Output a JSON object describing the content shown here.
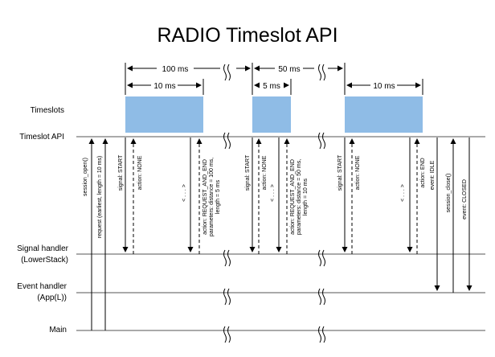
{
  "title": "RADIO Timeslot API",
  "lanes": {
    "timeslots": "Timeslots",
    "timeslot_api": "Timeslot API",
    "signal_handler_1": "Signal handler",
    "signal_handler_2": "(LowerStack)",
    "event_handler_1": "Event handler",
    "event_handler_2": "(App(L))",
    "main": "Main"
  },
  "measurements": {
    "period_1": "100 ms",
    "period_2": "50 ms",
    "length_1": "10 ms",
    "length_2": "5 ms",
    "length_3": "10 ms"
  },
  "messages": {
    "session_open": "session_open()",
    "request_earliest": "request (earliest, length = 10 ms)",
    "signal_start_1": "signal: START",
    "action_none_1": "action: NONE",
    "ellipsis_1": "< . . . >",
    "action_request_end_1_a": "action: REQUEST_AND_END",
    "action_request_end_1_b": "parameters: distance = 100 ms,",
    "action_request_end_1_c": "length = 5 ms",
    "signal_start_2": "signal: START",
    "action_none_2": "action: NONE",
    "ellipsis_2": "< . . . >",
    "action_request_end_2_a": "action: REQUEST_AND_END",
    "action_request_end_2_b": "parameters: distance = 50 ms,",
    "action_request_end_2_c": "length = 10 ms",
    "signal_start_3": "signal: START",
    "action_none_3": "action: NONE",
    "ellipsis_3": "< . . . >",
    "action_end": "action: END",
    "event_idle": "event: IDLE",
    "session_close": "session_close()",
    "event_closed": "event: CLOSED"
  },
  "colors": {
    "timeslot_fill": "#8fbce6",
    "line": "#000000",
    "lane_line": "#555555"
  }
}
